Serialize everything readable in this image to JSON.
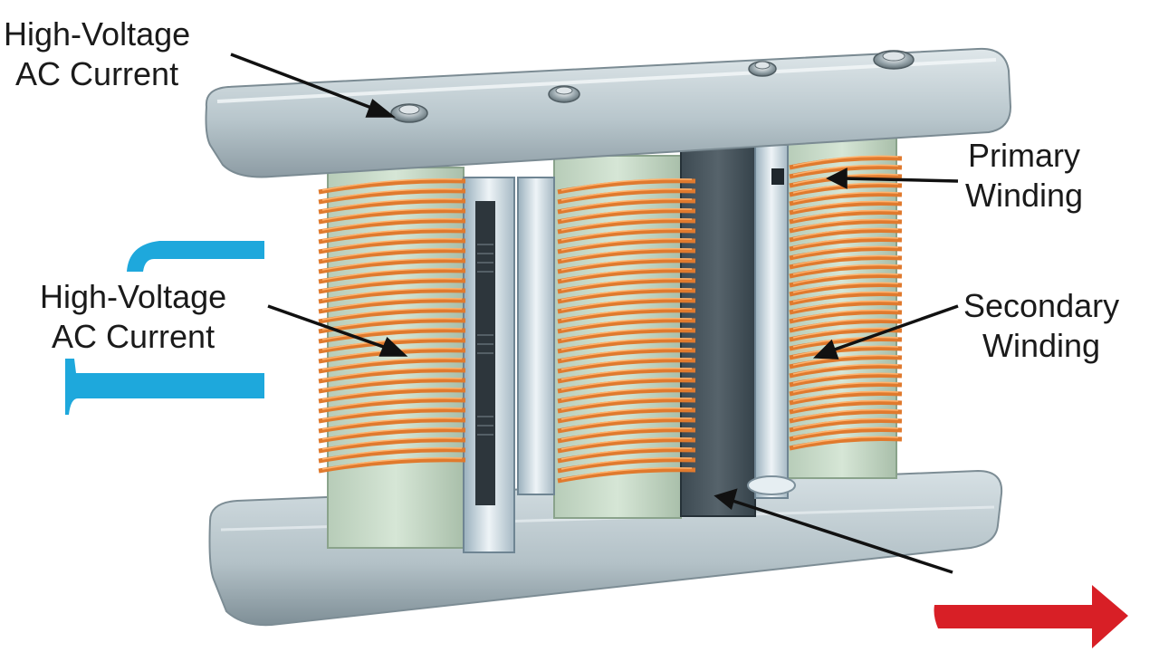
{
  "labels": {
    "top_left": {
      "line1": "High-Voltage",
      "line2": "AC Current"
    },
    "mid_left": {
      "line1": "High-Voltage",
      "line2": "AC Current"
    },
    "primary": {
      "line1": "Primary",
      "line2": "Winding"
    },
    "secondary": {
      "line1": "Secondary",
      "line2": "Winding"
    }
  },
  "colors": {
    "plate": "#b9c7cd",
    "plate_shadow": "#8e9ea6",
    "core": "#c9dccb",
    "coil": "#e07a2e",
    "coil_highlight": "#ffb36e",
    "input_arrow": "#1ea8dc",
    "output_arrow": "#d81f26",
    "leader": "#111111"
  }
}
